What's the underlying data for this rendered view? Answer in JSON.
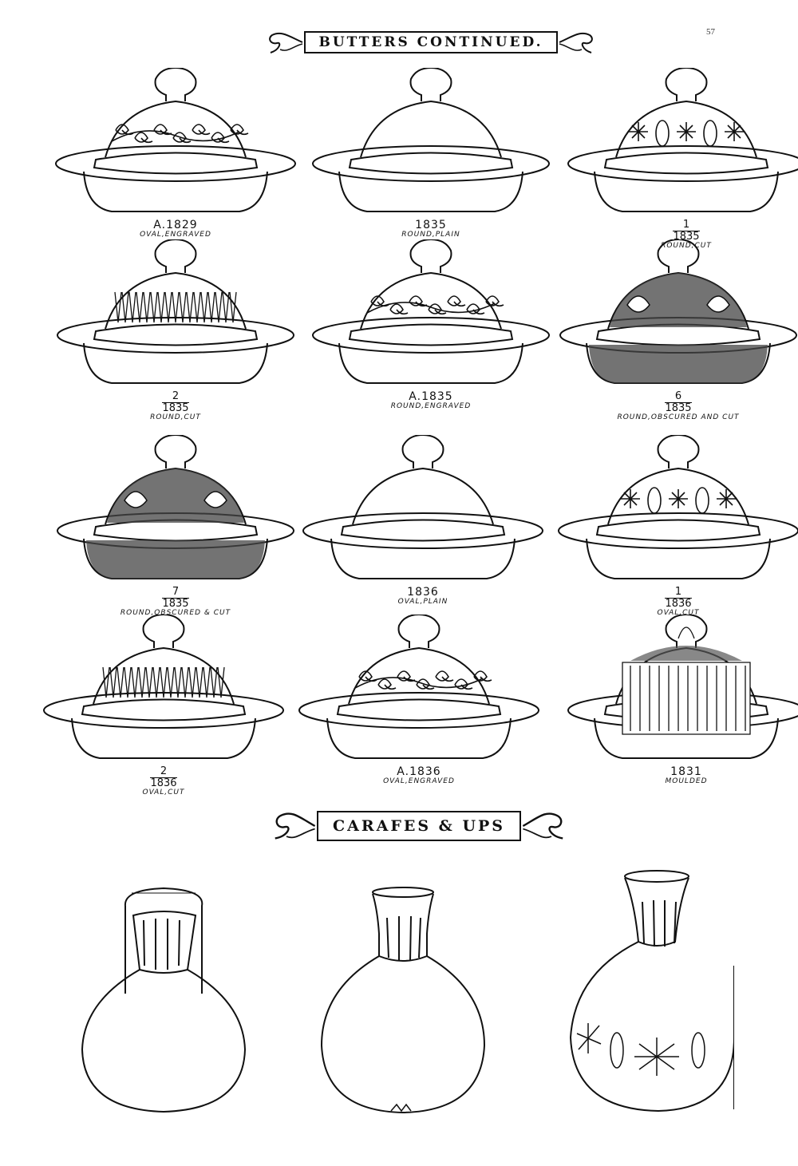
{
  "page_number": "57",
  "headers": {
    "butters": "BUTTERS CONTINUED.",
    "carafes": "CARAFES & UPS"
  },
  "items": [
    {
      "id": "a1829",
      "number": "A.1829",
      "fraction": "",
      "description": "OVAL,ENGRAVED",
      "decoration": "engraved",
      "shape": "oval"
    },
    {
      "id": "1835",
      "number": "1835",
      "fraction": "",
      "description": "ROUND,PLAIN",
      "decoration": "plain",
      "shape": "round"
    },
    {
      "id": "1-1835",
      "number": "1835",
      "fraction": "1",
      "description": "ROUND,CUT",
      "decoration": "cut-flower",
      "shape": "round"
    },
    {
      "id": "2-1835",
      "number": "1835",
      "fraction": "2",
      "description": "ROUND,CUT",
      "decoration": "flutes",
      "shape": "round"
    },
    {
      "id": "a1835",
      "number": "A.1835",
      "fraction": "",
      "description": "ROUND,ENGRAVED",
      "decoration": "engraved",
      "shape": "round"
    },
    {
      "id": "6-1835",
      "number": "1835",
      "fraction": "6",
      "description": "ROUND,OBSCURED AND CUT",
      "decoration": "obscured",
      "shape": "round"
    },
    {
      "id": "7-1835",
      "number": "1835",
      "fraction": "7",
      "description": "ROUND,OBSCURED & CUT",
      "decoration": "obscured",
      "shape": "round"
    },
    {
      "id": "1836",
      "number": "1836",
      "fraction": "",
      "description": "OVAL,PLAIN",
      "decoration": "plain",
      "shape": "oval"
    },
    {
      "id": "1-1836",
      "number": "1836",
      "fraction": "1",
      "description": "OVAL,CUT",
      "decoration": "cut-flower",
      "shape": "oval"
    },
    {
      "id": "2-1836",
      "number": "1836",
      "fraction": "2",
      "description": "OVAL,CUT",
      "decoration": "flutes",
      "shape": "oval"
    },
    {
      "id": "a1836",
      "number": "A.1836",
      "fraction": "",
      "description": "OVAL,ENGRAVED",
      "decoration": "engraved",
      "shape": "oval"
    },
    {
      "id": "1831",
      "number": "1831",
      "fraction": "",
      "description": "MOULDED",
      "decoration": "moulded",
      "shape": "round"
    }
  ],
  "icons": [
    "ribbon-icon",
    "butter-dish-icon",
    "carafe-icon"
  ]
}
